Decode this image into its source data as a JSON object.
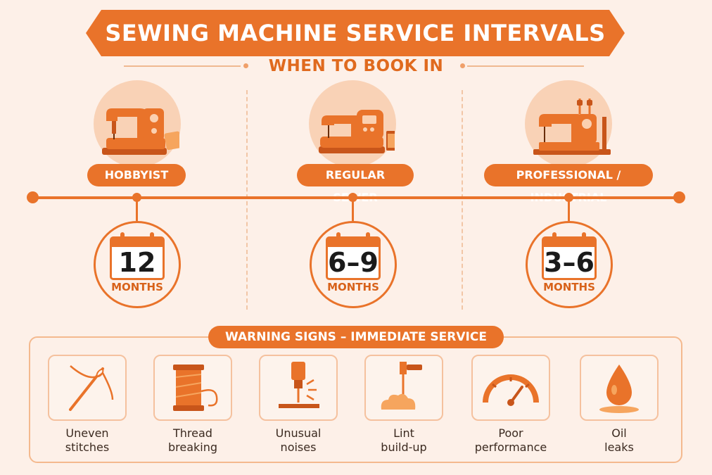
{
  "title": "SEWING MACHINE SERVICE INTERVALS",
  "subtitle": "WHEN TO BOOK IN",
  "tiers": [
    {
      "label": "HOBBYIST",
      "interval": "12",
      "unit": "MONTHS",
      "icon": "domestic-sewing-machine-icon"
    },
    {
      "label": "REGULAR SEWER",
      "interval": "6–9",
      "unit": "MONTHS",
      "icon": "computerized-sewing-machine-icon"
    },
    {
      "label": "PROFESSIONAL / INDUSTRIAL",
      "interval": "3–6",
      "unit": "MONTHS",
      "icon": "industrial-sewing-machine-icon"
    }
  ],
  "warning": {
    "title": "WARNING SIGNS – IMMEDIATE SERVICE",
    "signs": [
      {
        "line1": "Uneven",
        "line2": "stitches",
        "icon": "needle-thread-icon"
      },
      {
        "line1": "Thread",
        "line2": "breaking",
        "icon": "thread-spool-icon"
      },
      {
        "line1": "Unusual",
        "line2": "noises",
        "icon": "noisy-needle-icon"
      },
      {
        "line1": "Lint",
        "line2": "build-up",
        "icon": "lint-pile-icon"
      },
      {
        "line1": "Poor",
        "line2": "performance",
        "icon": "gauge-icon"
      },
      {
        "line1": "Oil",
        "line2": "leaks",
        "icon": "oil-drop-icon"
      }
    ]
  },
  "colors": {
    "accent": "#e9732a",
    "background": "#fdf0e8",
    "soft": "#f9d2b6"
  }
}
